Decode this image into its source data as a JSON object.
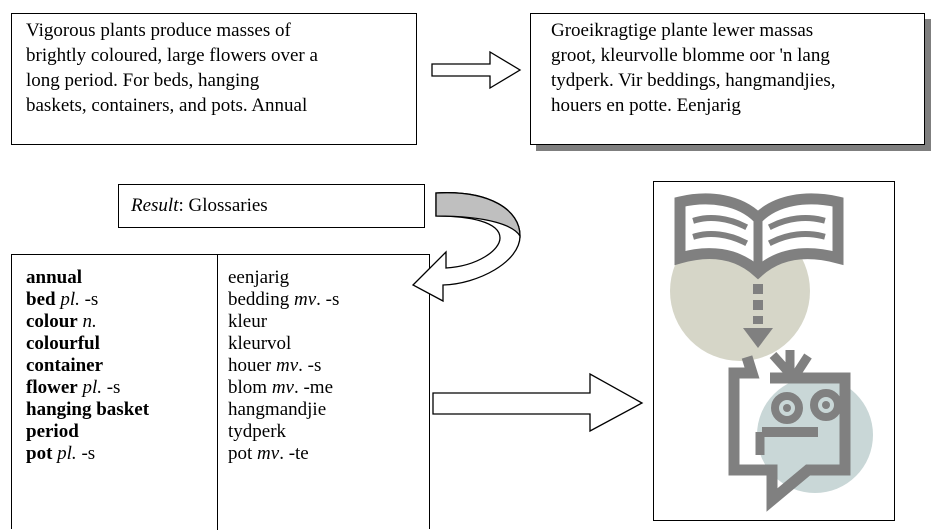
{
  "source_text": {
    "lines": [
      "Vigorous plants produce masses of",
      "brightly coloured, large flowers over a",
      "long period. For beds, hanging",
      "baskets, containers, and pots. Annual"
    ]
  },
  "target_text": {
    "lines": [
      "Groeikragtige plante lewer massas",
      "groot, kleurvolle blomme oor 'n lang",
      "tydperk. Vir beddings, hangmandjies,",
      "houers en potte. Eenjarig"
    ]
  },
  "result": {
    "label": "Result",
    "sep": ":",
    "value": " Glossaries"
  },
  "glossary": [
    {
      "term": "annual",
      "gram": "",
      "af": "eenjarig",
      "af_gram": "",
      "af_suffix": ""
    },
    {
      "term": "bed",
      "gram": "pl.",
      "suffix": " -s",
      "af": "bedding",
      "af_gram": "mv",
      "af_suffix": ". -s"
    },
    {
      "term": "colour",
      "gram": "n.",
      "suffix": "",
      "af": "kleur",
      "af_gram": "",
      "af_suffix": ""
    },
    {
      "term": "colourful",
      "gram": "",
      "suffix": "",
      "af": "kleurvol",
      "af_gram": "",
      "af_suffix": ""
    },
    {
      "term": "container",
      "gram": "",
      "suffix": "",
      "af": "houer",
      "af_gram": "mv",
      "af_suffix": ". -s"
    },
    {
      "term": "flower",
      "gram": "pl.",
      "suffix": " -s",
      "af": "blom",
      "af_gram": "mv",
      "af_suffix": ". -me"
    },
    {
      "term": "hanging basket",
      "gram": "",
      "suffix": "",
      "af": "hangmandjie",
      "af_gram": "",
      "af_suffix": ""
    },
    {
      "term": "period",
      "gram": "",
      "suffix": "",
      "af": "tydperk",
      "af_gram": "",
      "af_suffix": ""
    },
    {
      "term": "pot",
      "gram": "pl.",
      "suffix": " -s",
      "af": "pot",
      "af_gram": "mv",
      "af_suffix": ". -te"
    }
  ],
  "colors": {
    "icon_gray": "#808080",
    "circle_beige": "#d6d6c8",
    "circle_blue": "#c9d7d7",
    "curve_fill": "#bfbfbf"
  },
  "icons": [
    "book-icon",
    "learner-face-icon",
    "right-arrow-icon",
    "curved-arrow-icon"
  ]
}
